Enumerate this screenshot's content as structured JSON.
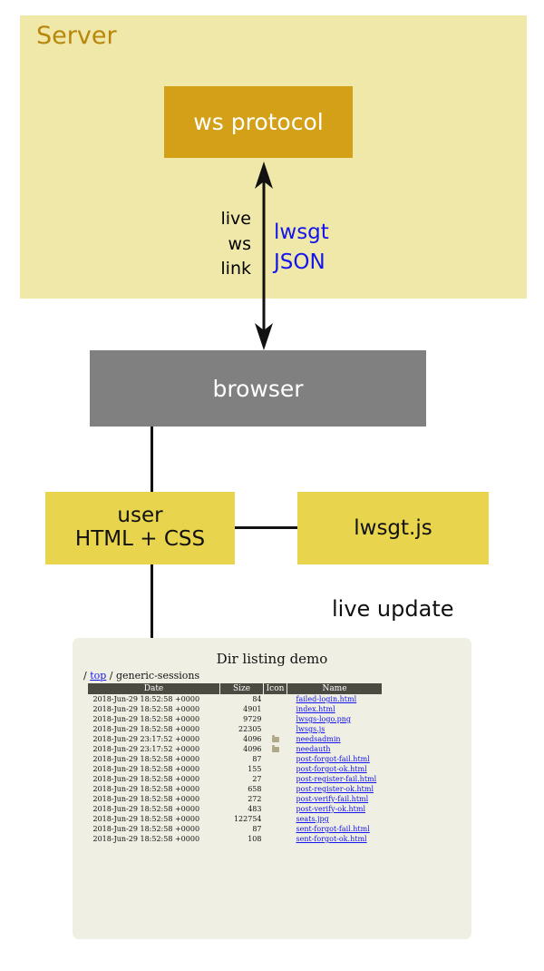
{
  "diagram": {
    "server_panel": {
      "label": "Server"
    },
    "ws_protocol_box": {
      "label": "ws protocol"
    },
    "arrow_labels": {
      "left": "live\nws\nlink",
      "left_lines": [
        "live",
        "ws",
        "link"
      ],
      "right": "lwsgt\nJSON",
      "right_lines": [
        "lwsgt",
        "JSON"
      ]
    },
    "browser_box": {
      "label": "browser"
    },
    "user_box": {
      "line1": "user",
      "line2": "HTML + CSS"
    },
    "lwsgtjs_box": {
      "label": "lwsgt.js"
    },
    "live_update_label": "live update",
    "colors": {
      "server_panel_bg": "#f0e8a8",
      "server_label_text": "#b8860b",
      "ws_protocol_bg": "#d4a017",
      "browser_bg": "#808080",
      "yellow_box_bg": "#e8d44d",
      "json_label_text": "#1414ee",
      "connector_line": "#111111",
      "dir_panel_bg": "#efefe3",
      "table_header_bg": "#4b4b42",
      "link_text": "#1414ee"
    }
  },
  "dir_listing": {
    "title": "Dir listing demo",
    "breadcrumb": {
      "prefix": "/ ",
      "link": "top",
      "suffix": " / generic-sessions"
    },
    "columns": [
      "Date",
      "Size",
      "Icon",
      "Name"
    ],
    "rows": [
      {
        "date": "2018-Jun-29 18:52:58 +0000",
        "size": "84",
        "icon": "",
        "name": "failed-login.html",
        "underlined": true
      },
      {
        "date": "2018-Jun-29 18:52:58 +0000",
        "size": "4901",
        "icon": "",
        "name": "index.html",
        "underlined": true
      },
      {
        "date": "2018-Jun-29 18:52:58 +0000",
        "size": "9729",
        "icon": "",
        "name": "lwsgs-logo.png",
        "underlined": false
      },
      {
        "date": "2018-Jun-29 18:52:58 +0000",
        "size": "22305",
        "icon": "",
        "name": "lwsgs.js",
        "underlined": true
      },
      {
        "date": "2018-Jun-29 23:17:52 +0000",
        "size": "4096",
        "icon": "folder-icon",
        "name": "needsadmin",
        "underlined": true
      },
      {
        "date": "2018-Jun-29 23:17:52 +0000",
        "size": "4096",
        "icon": "folder-icon",
        "name": "needauth",
        "underlined": true
      },
      {
        "date": "2018-Jun-29 18:52:58 +0000",
        "size": "87",
        "icon": "",
        "name": "post-forgot-fail.html",
        "underlined": false
      },
      {
        "date": "2018-Jun-29 18:52:58 +0000",
        "size": "155",
        "icon": "",
        "name": "post-forgot-ok.html",
        "underlined": true
      },
      {
        "date": "2018-Jun-29 18:52:58 +0000",
        "size": "27",
        "icon": "",
        "name": "post-register-fail.html",
        "underlined": true
      },
      {
        "date": "2018-Jun-29 18:52:58 +0000",
        "size": "658",
        "icon": "",
        "name": "post-register-ok.html",
        "underlined": false
      },
      {
        "date": "2018-Jun-29 18:52:58 +0000",
        "size": "272",
        "icon": "",
        "name": "post-verify-fail.html",
        "underlined": false
      },
      {
        "date": "2018-Jun-29 18:52:58 +0000",
        "size": "483",
        "icon": "",
        "name": "post-verify-ok.html",
        "underlined": true
      },
      {
        "date": "2018-Jun-29 18:52:58 +0000",
        "size": "122754",
        "icon": "",
        "name": "seats.jpg",
        "underlined": true
      },
      {
        "date": "2018-Jun-29 18:52:58 +0000",
        "size": "87",
        "icon": "",
        "name": "sent-forgot-fail.html",
        "underlined": false
      },
      {
        "date": "2018-Jun-29 18:52:58 +0000",
        "size": "108",
        "icon": "",
        "name": "sent-forgot-ok.html",
        "underlined": false
      }
    ]
  }
}
